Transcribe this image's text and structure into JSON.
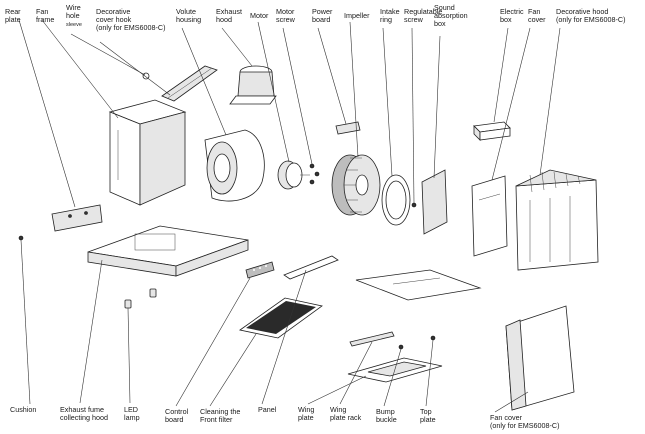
{
  "labels": {
    "rear_plate": [
      "Rear",
      "plate"
    ],
    "fan_frame": [
      "Fan",
      "frame"
    ],
    "wire_hole_sleeve": [
      "Wire",
      "hole",
      "sleeve"
    ],
    "decorative_cover_hook": [
      "Decorative",
      "cover hook",
      "(only for EMS6008-C)"
    ],
    "volute_housing": [
      "Volute",
      "housing"
    ],
    "exhaust_hood": [
      "Exhaust",
      "hood"
    ],
    "motor": [
      "Motor"
    ],
    "motor_screw": [
      "Motor",
      "screw"
    ],
    "power_board": [
      "Power",
      "board"
    ],
    "impeller": [
      "Impeller"
    ],
    "intake_ring": [
      "Intake",
      "ring"
    ],
    "regulatable_screw": [
      "Regulatable",
      "screw"
    ],
    "sound_absorption_box": [
      "Sound",
      "absorption",
      "box"
    ],
    "electric_box": [
      "Electric",
      "box"
    ],
    "fan_cover": [
      "Fan",
      "cover"
    ],
    "decorative_hood": [
      "Decorative hood",
      "(only for EMS6008-C)"
    ],
    "cushion": [
      "Cushion"
    ],
    "exhaust_fume_collecting_hood": [
      "Exhaust fume",
      "collecting hood"
    ],
    "led_lamp": [
      "LED",
      "lamp"
    ],
    "control_board": [
      "Control",
      "board"
    ],
    "cleaning_front_filter": [
      "Cleaning the",
      "Front filter"
    ],
    "panel": [
      "Panel"
    ],
    "wing_plate": [
      "Wing",
      "plate"
    ],
    "wing_plate_rack": [
      "Wing",
      "plate rack"
    ],
    "bump_buckle": [
      "Bump",
      "buckle"
    ],
    "top_plate": [
      "Top",
      "plate"
    ],
    "fan_cover_bottom": [
      "Fan cover",
      "(only for EMS6008-C)"
    ]
  }
}
